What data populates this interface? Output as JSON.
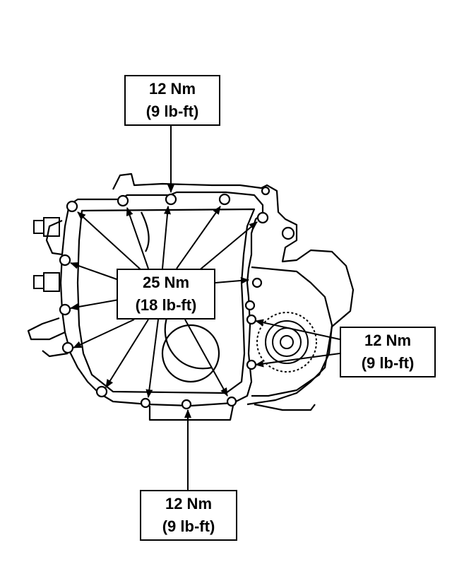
{
  "callouts": {
    "top": {
      "torque": "12 Nm",
      "imperial": "(9 lb-ft)"
    },
    "center": {
      "torque": "25 Nm",
      "imperial": "(18 lb-ft)"
    },
    "right": {
      "torque": "12 Nm",
      "imperial": "(9 lb-ft)"
    },
    "bottom": {
      "torque": "12 Nm",
      "imperial": "(9 lb-ft)"
    }
  },
  "colors": {
    "ink": "#000000",
    "paper": "#ffffff"
  }
}
